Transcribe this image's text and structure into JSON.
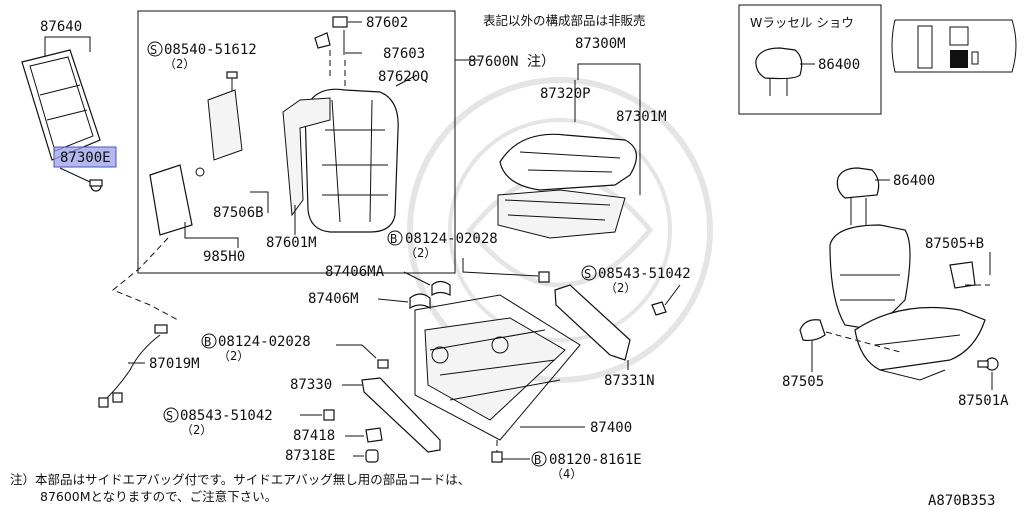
{
  "diagram": {
    "note_top": "表記以外の構成部品は非販売",
    "inset_title": "Wラッセル ショウ",
    "footnote_line1": "注）本部品はサイドエアバッグ付です。サイドエアバッグ無し用の部品コードは、",
    "footnote_line2": "87600Mとなりますので、ご注意下さい。",
    "diagram_code": "A870B353",
    "highlight_color": "#9aa0e8",
    "parts": {
      "p87640": "87640",
      "p87300e": "87300E",
      "s0854051612": "08540-51612",
      "q2a": "（2）",
      "p87602": "87602",
      "p87603": "87603",
      "p87600n": "87600N 注）",
      "p87620q": "87620Q",
      "p87506b": "87506B",
      "p87601m": "87601M",
      "p985h0": "985H0",
      "p87019m": "87019M",
      "p87300m": "87300M",
      "p87320p": "87320P",
      "p87301m": "87301M",
      "p86400a": "86400",
      "p86400b": "86400",
      "p87505b": "87505+B",
      "p87505": "87505",
      "p87501a": "87501A",
      "b0812402028a": "08124-02028",
      "q2b": "（2）",
      "p87406ma": "87406MA",
      "p87406m": "87406M",
      "s0854351042a": "08543-51042",
      "q2c": "（2）",
      "b0812402028b": "08124-02028",
      "q2d": "（2）",
      "p87330": "87330",
      "p87331n": "87331N",
      "s0854351042b": "08543-51042",
      "q2e": "（2）",
      "p87418": "87418",
      "p87318e": "87318E",
      "p87400": "87400",
      "b081208161e": "08120-8161E",
      "q4": "（4）"
    },
    "prefix_s": "S",
    "prefix_b": "B"
  }
}
